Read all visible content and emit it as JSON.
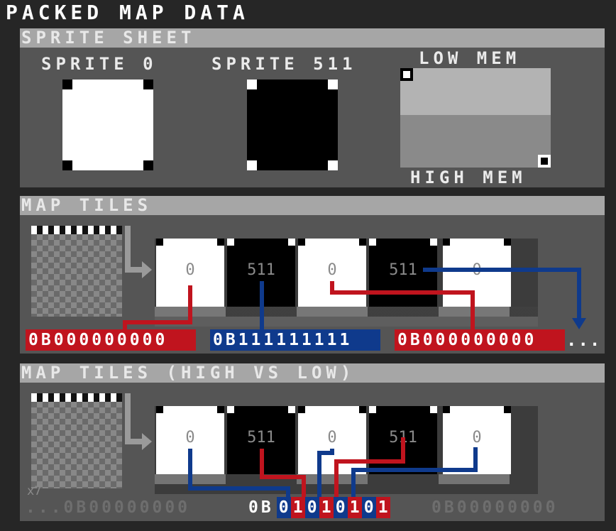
{
  "title": "PACKED MAP DATA",
  "sprite_sheet": {
    "heading": "SPRITE SHEET",
    "sprite0_label": "SPRITE 0",
    "sprite511_label": "SPRITE 511",
    "low_mem_label": "LOW MEM",
    "high_mem_label": "HIGH MEM"
  },
  "map_tiles": {
    "heading": "MAP TILES",
    "tiles": [
      "0",
      "511",
      "0",
      "511",
      "0"
    ],
    "binary": [
      "0B000000000",
      "0B111111111",
      "0B000000000"
    ],
    "ellipsis": "..."
  },
  "map_tiles_hl": {
    "heading": "MAP TILES (HIGH VS LOW)",
    "tiles": [
      "0",
      "511",
      "0",
      "511",
      "0"
    ],
    "multiplier": "x7",
    "left_gray": "...0B00000000",
    "prefix": "0B",
    "bits": [
      "0",
      "1",
      "0",
      "1",
      "0",
      "1",
      "0",
      "1"
    ],
    "right_gray": "0B00000000"
  },
  "colors": {
    "red": "#c0141e",
    "blue": "#0f3a8c",
    "panel": "#555555",
    "background": "#262626"
  }
}
